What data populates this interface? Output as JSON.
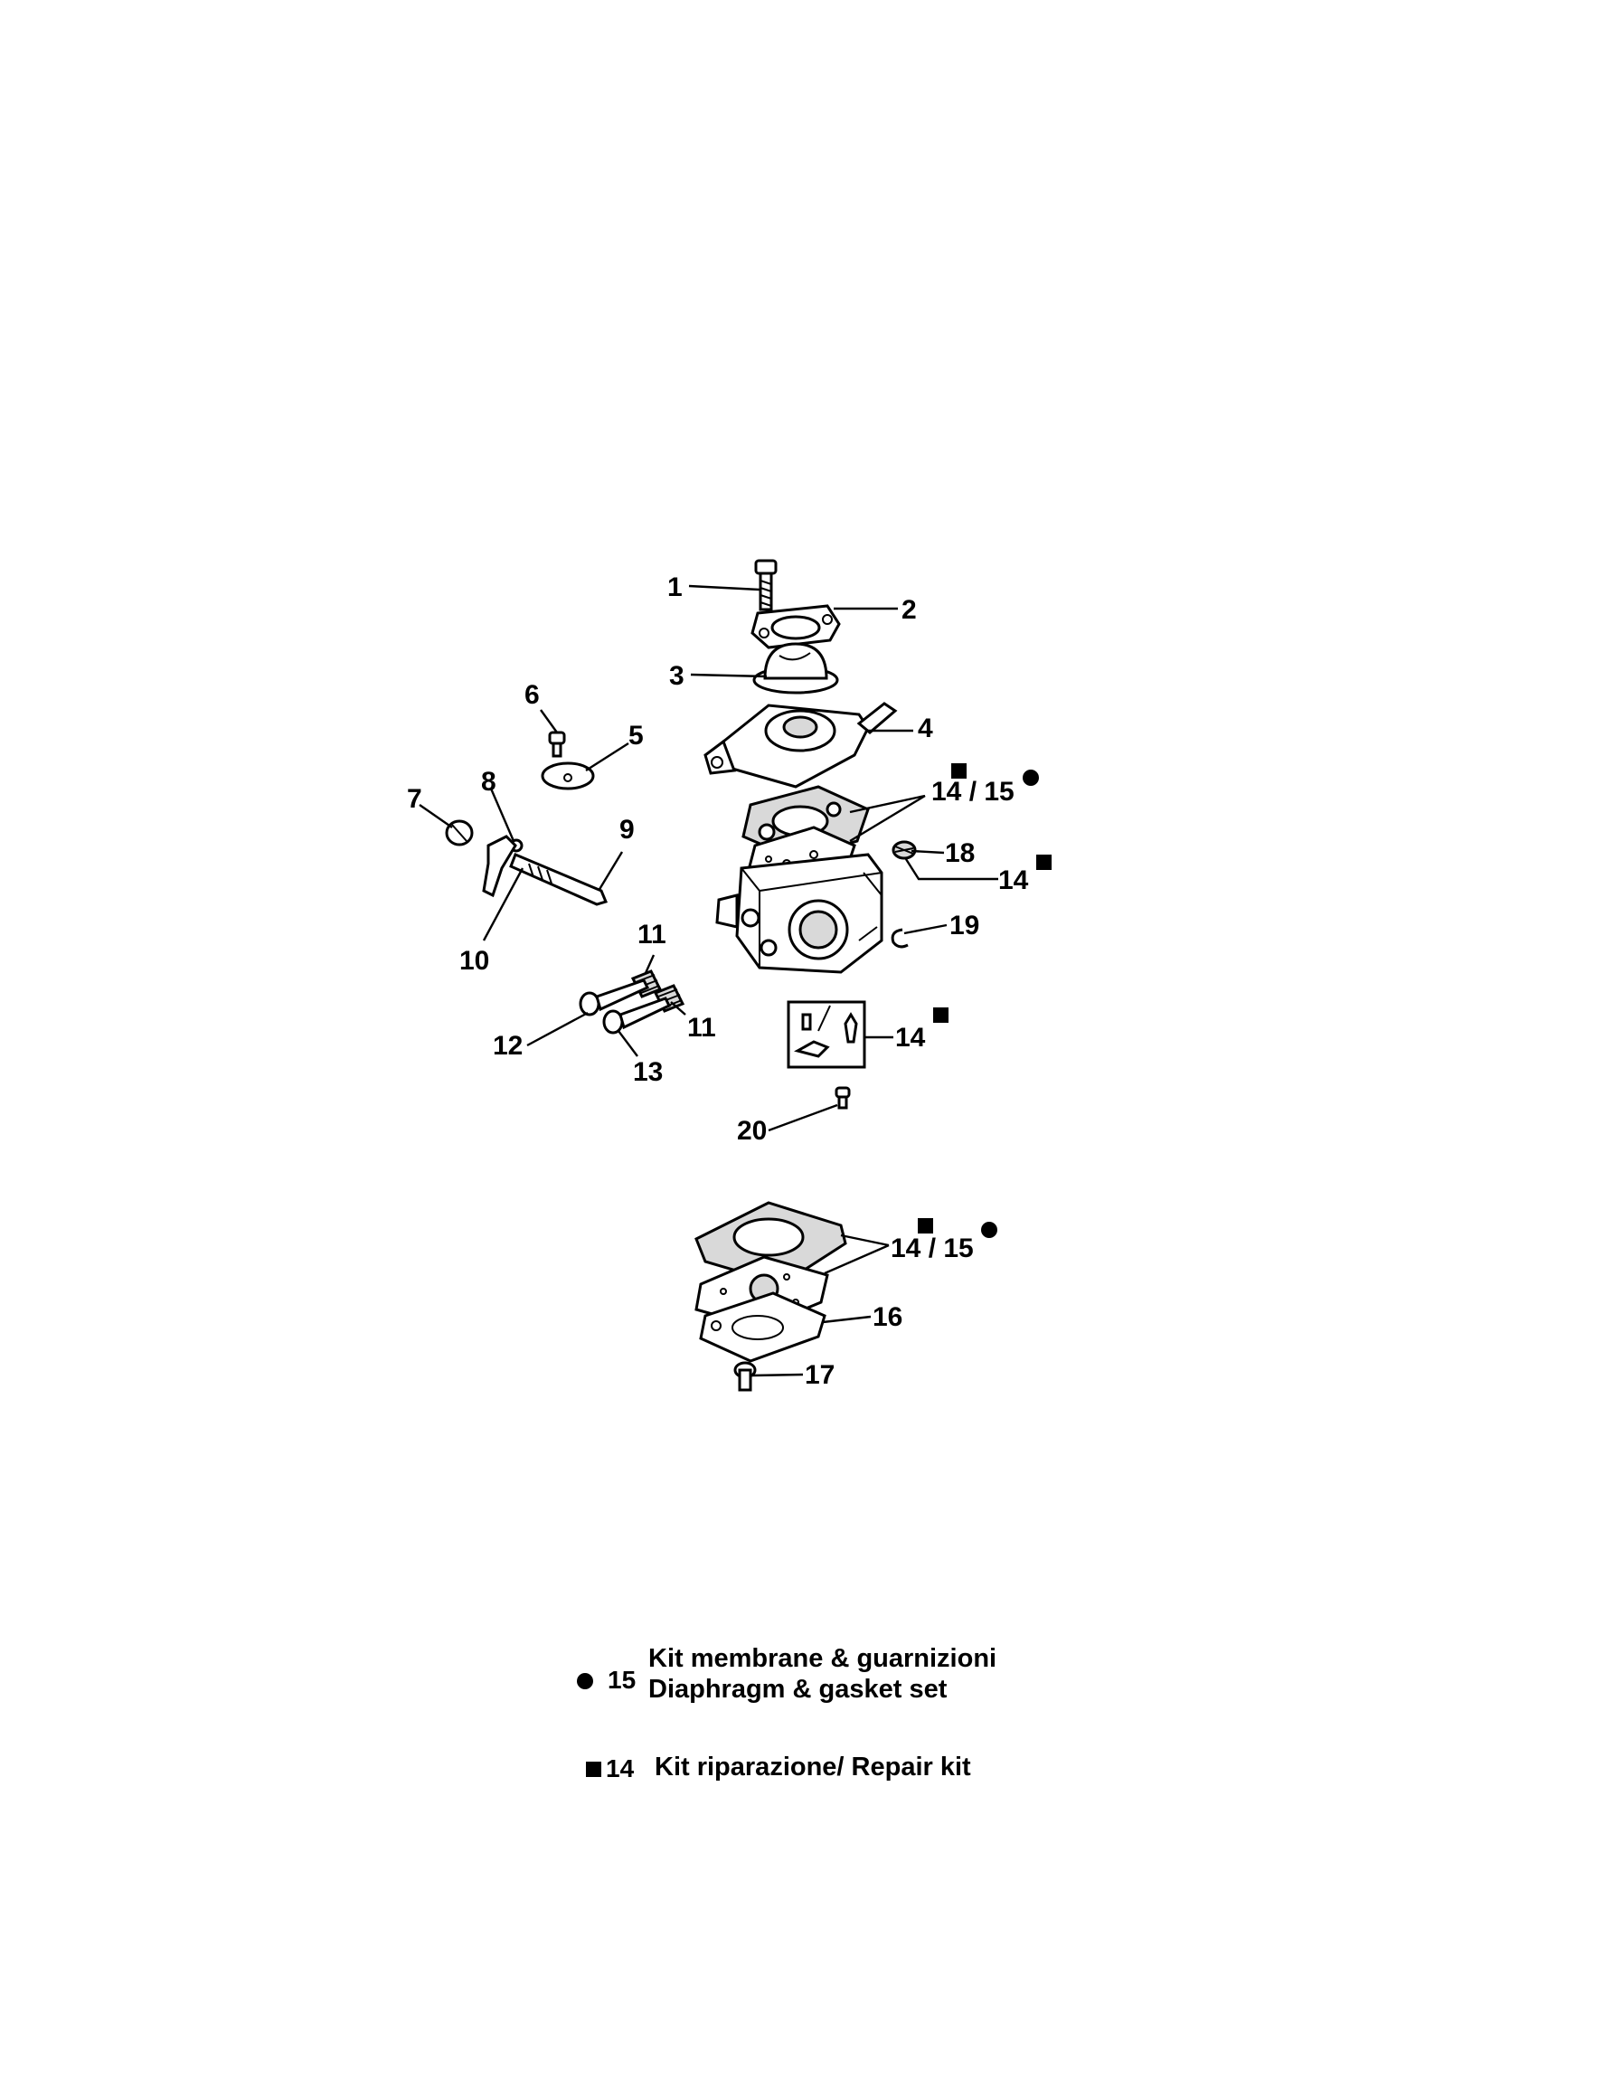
{
  "callouts": {
    "c1": "1",
    "c2": "2",
    "c3": "3",
    "c4": "4",
    "c5": "5",
    "c6": "6",
    "c7": "7",
    "c8": "8",
    "c9": "9",
    "c10": "10",
    "c11a": "11",
    "c11b": "11",
    "c12": "12",
    "c13": "13",
    "c14_15_top": "14 / 15",
    "c18": "18",
    "c14_right": "14",
    "c19": "19",
    "c14_kit": "14",
    "c20": "20",
    "c14_15_bottom": "14 / 15",
    "c16": "16",
    "c17": "17"
  },
  "legend": {
    "kit15": {
      "number": "15",
      "line1": "Kit membrane & guarnizioni",
      "line2": "Diaphragm & gasket set"
    },
    "kit14": {
      "number": "14",
      "label": "Kit riparazione/ Repair kit"
    }
  },
  "symbols": {
    "kit15": "filled-circle",
    "kit14": "filled-square"
  }
}
